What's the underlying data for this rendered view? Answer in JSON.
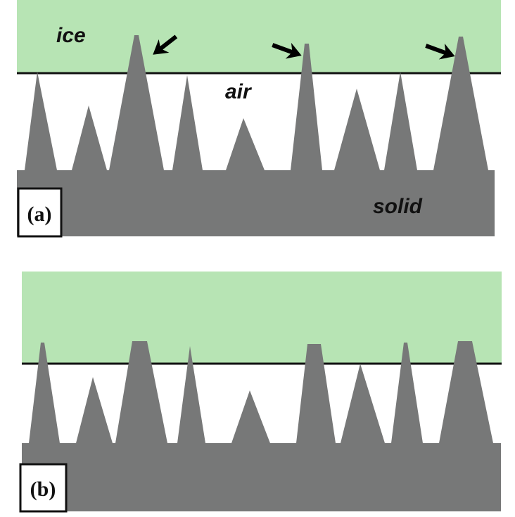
{
  "colors": {
    "ice": "#b7e4b4",
    "solid": "#777878",
    "line": "#111111",
    "arrow": "#000000",
    "panel_box_fill": "#ffffff"
  },
  "panel_a": {
    "label": "(a)",
    "region_labels": {
      "ice": "ice",
      "air": "air",
      "solid": "solid"
    },
    "arrow_icon": "arrow-icon"
  },
  "panel_b": {
    "label": "(b)"
  }
}
